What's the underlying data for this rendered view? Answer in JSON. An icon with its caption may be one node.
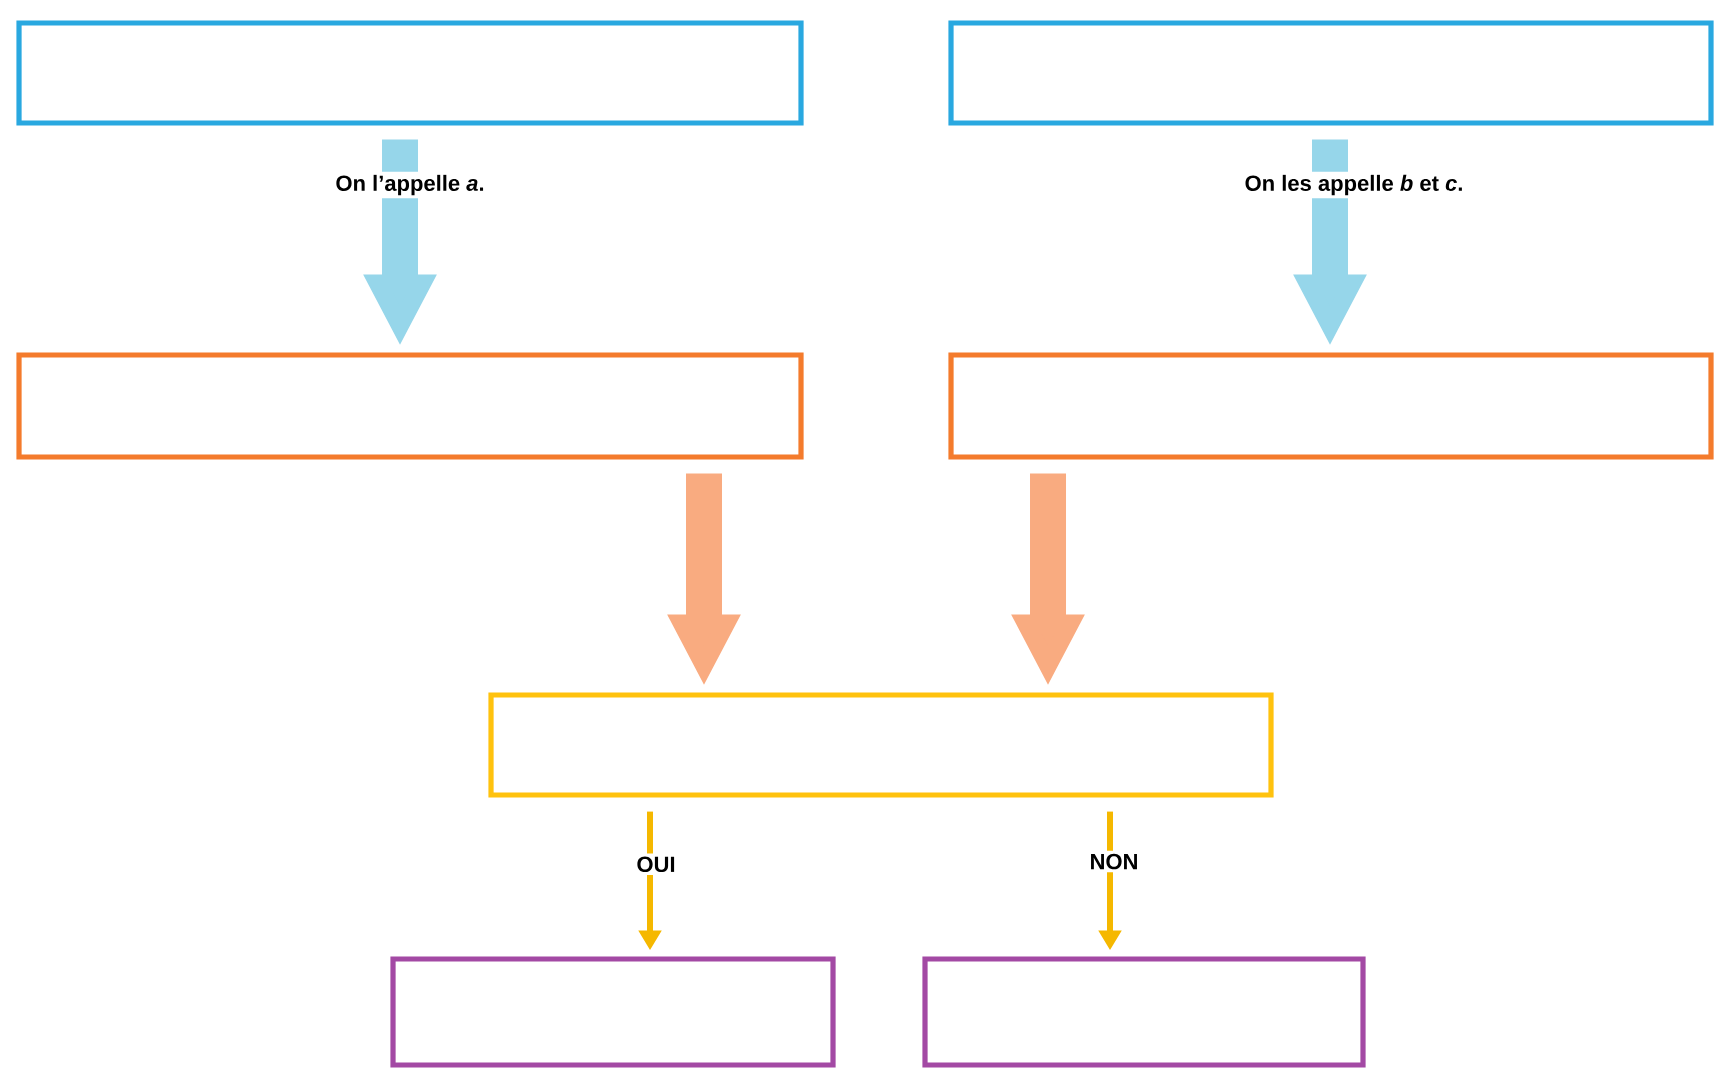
{
  "diagram": {
    "nodes": [
      {
        "text": [],
        "shape": "box"
      },
      {
        "text": [],
        "shape": "box"
      },
      {
        "text": [],
        "shape": "box"
      },
      {
        "text": [],
        "shape": "box"
      },
      {
        "text": [],
        "shape": "box"
      },
      {
        "text": [],
        "shape": "box"
      },
      {
        "text": [],
        "shape": "box"
      }
    ],
    "edges": [
      {
        "from": 0,
        "to": 2,
        "arrow": "to",
        "color": "#96d6ea",
        "label": "On l’appelle *a*."
      },
      {
        "from": 1,
        "to": 3,
        "arrow": "to",
        "color": "#96d6ea",
        "label": "On les appelle *b* et *c*."
      },
      {
        "from": 2,
        "to": 4,
        "arrow": "to",
        "color": "#f9ab80"
      },
      {
        "from": 3,
        "to": 4,
        "arrow": "to",
        "color": "#f9ab80"
      },
      {
        "from": 4,
        "to": 5,
        "arrow": "to",
        "color": "#f5b800",
        "label": "OUI"
      },
      {
        "from": 4,
        "to": 6,
        "arrow": "to",
        "color": "#f5b800",
        "label": "NON"
      }
    ]
  }
}
